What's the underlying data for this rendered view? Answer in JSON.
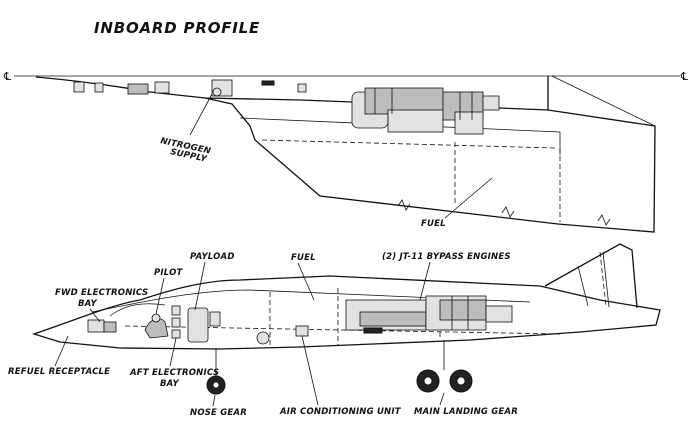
{
  "title": "INBOARD PROFILE",
  "centerline_symbol": "℄",
  "colors": {
    "ink": "#111111",
    "paper": "#ffffff"
  },
  "top_view": {
    "labels": {
      "nitrogen_line1": "NITROGEN",
      "nitrogen_line2": "SUPPLY",
      "fuel": "FUEL"
    }
  },
  "bottom_view": {
    "labels": {
      "payload": "PAYLOAD",
      "fuel": "FUEL",
      "engines": "(2) JT-11 BYPASS ENGINES",
      "pilot": "PILOT",
      "fwd_electronics_line1": "FWD ELECTRONICS",
      "fwd_electronics_line2": "BAY",
      "aft_electronics_line1": "AFT ELECTRONICS",
      "aft_electronics_line2": "BAY",
      "refuel_receptacle": "REFUEL RECEPTACLE",
      "nose_gear": "NOSE GEAR",
      "air_conditioning_unit": "AIR CONDITIONING UNIT",
      "main_landing_gear": "MAIN LANDING GEAR"
    }
  }
}
